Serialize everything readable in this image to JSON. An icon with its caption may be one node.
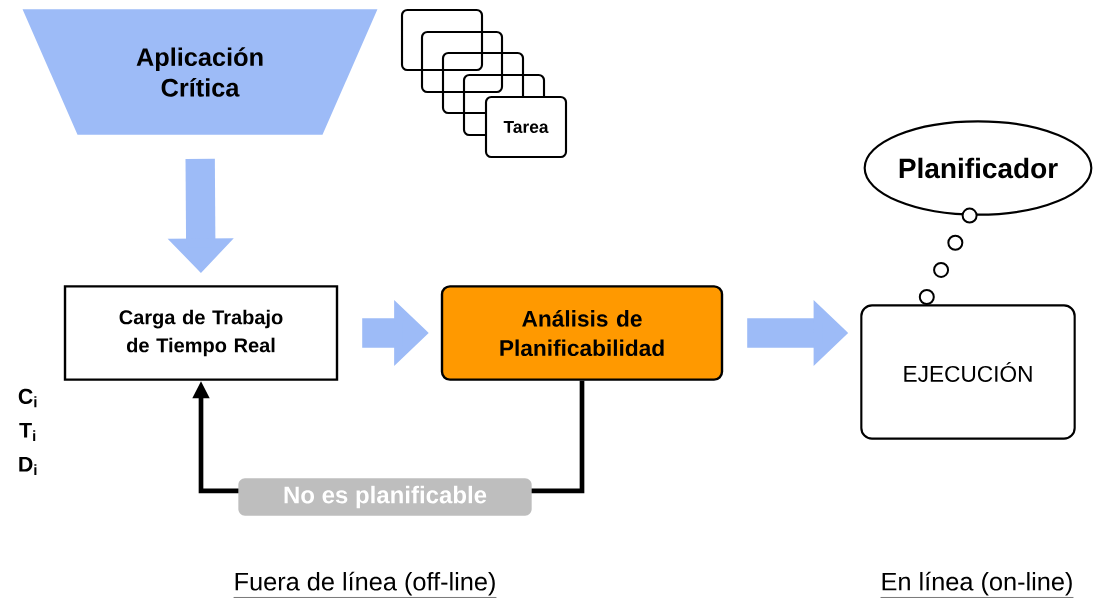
{
  "diagram": {
    "nodes": [
      {
        "text": [
          "Aplicación Crítica"
        ]
      },
      {
        "text": [
          "Tarea"
        ]
      },
      {
        "text": [
          "Carga de Trabajo de Tiempo Real"
        ]
      },
      {
        "text": [
          "Análisis de Planificabilidad"
        ]
      },
      {
        "text": [
          "Planificador"
        ]
      },
      {
        "text": [
          "EJECUCIÓN"
        ]
      }
    ],
    "edges": [
      {
        "from": 0,
        "to": 2,
        "arrow": "to"
      },
      {
        "from": 2,
        "to": 3,
        "arrow": "to"
      },
      {
        "from": 3,
        "to": 5,
        "arrow": "to"
      },
      {
        "from": 3,
        "to": 2,
        "arrow": "to",
        "label": "No es planificable",
        "color": "#000000"
      },
      {
        "from": 4,
        "to": 5,
        "arrow": "none",
        "style": "dashed",
        "color": "#000000"
      }
    ],
    "labels": [
      "C$_{i}$",
      "T$_{i}$",
      "D$_{i}$",
      "Fuera de línea (off-line)",
      "En línea (on-line)"
    ]
  }
}
